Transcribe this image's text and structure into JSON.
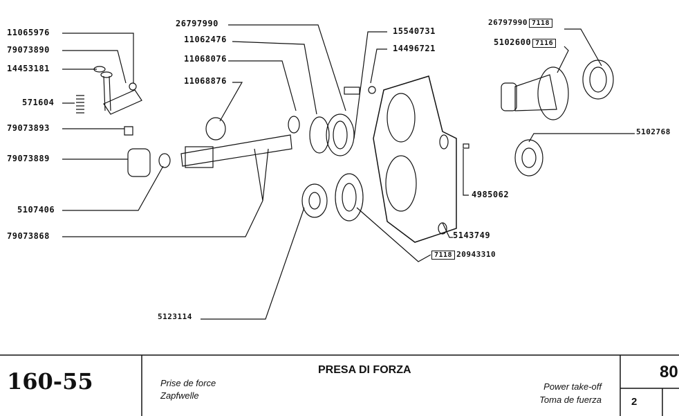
{
  "diagram": {
    "labels": {
      "l1": "11065976",
      "l2": "79073890",
      "l3": "14453181",
      "l4": "571604",
      "l5": "79073893",
      "l6": "79073889",
      "l7": "5107406",
      "l8": "79073868",
      "t1": "26797990",
      "t2": "11062476",
      "t3": "11068076",
      "t4": "11068876",
      "m1": "15540731",
      "m2": "14496721",
      "r1": "26797990",
      "r1_box": "7118",
      "r2": "5102600",
      "r2_box": "7116",
      "r3": "5102768",
      "r4": "4985062",
      "r5": "5143749",
      "r6_box": "7118",
      "r6": "20943310",
      "b1": "5123114"
    }
  },
  "footer": {
    "model": "160-55",
    "title": "PRESA DI FORZA",
    "fr": "Prise de force",
    "de": "Zapfwelle",
    "en": "Power take-off",
    "es": "Toma de fuerza",
    "page_code": "80",
    "sheet": "2"
  }
}
